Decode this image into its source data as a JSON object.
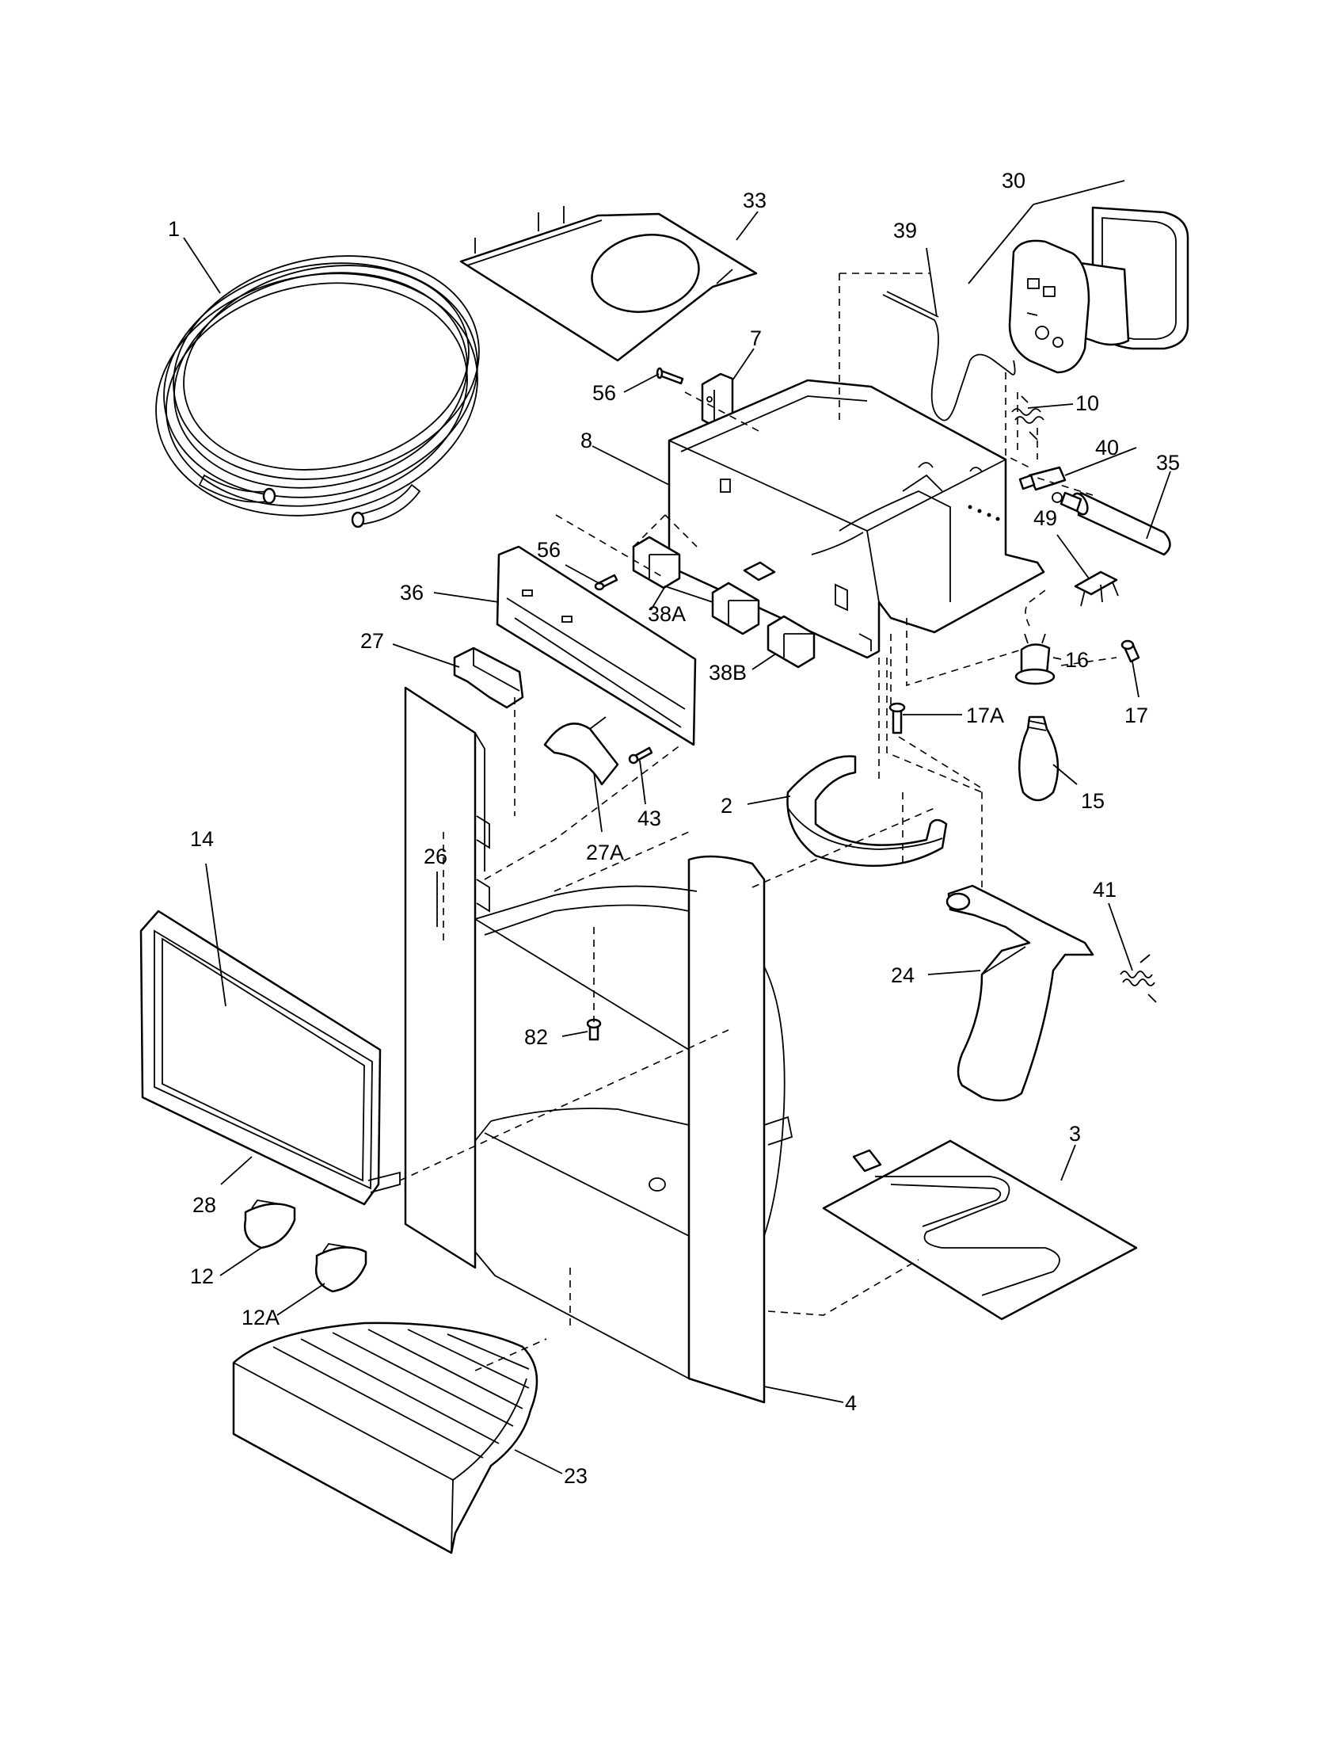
{
  "diagram": {
    "callouts": [
      {
        "id": "c1",
        "label": "1"
      },
      {
        "id": "c2",
        "label": "2"
      },
      {
        "id": "c3",
        "label": "3"
      },
      {
        "id": "c4",
        "label": "4"
      },
      {
        "id": "c7",
        "label": "7"
      },
      {
        "id": "c8",
        "label": "8"
      },
      {
        "id": "c10",
        "label": "10"
      },
      {
        "id": "c12",
        "label": "12"
      },
      {
        "id": "c12a",
        "label": "12A"
      },
      {
        "id": "c14",
        "label": "14"
      },
      {
        "id": "c15",
        "label": "15"
      },
      {
        "id": "c16",
        "label": "16"
      },
      {
        "id": "c17",
        "label": "17"
      },
      {
        "id": "c17a",
        "label": "17A"
      },
      {
        "id": "c23",
        "label": "23"
      },
      {
        "id": "c24",
        "label": "24"
      },
      {
        "id": "c26",
        "label": "26"
      },
      {
        "id": "c27",
        "label": "27"
      },
      {
        "id": "c27a",
        "label": "27A"
      },
      {
        "id": "c28",
        "label": "28"
      },
      {
        "id": "c30",
        "label": "30"
      },
      {
        "id": "c33",
        "label": "33"
      },
      {
        "id": "c35",
        "label": "35"
      },
      {
        "id": "c36",
        "label": "36"
      },
      {
        "id": "c38a",
        "label": "38A"
      },
      {
        "id": "c38b",
        "label": "38B"
      },
      {
        "id": "c39",
        "label": "39"
      },
      {
        "id": "c40",
        "label": "40"
      },
      {
        "id": "c41",
        "label": "41"
      },
      {
        "id": "c43",
        "label": "43"
      },
      {
        "id": "c49",
        "label": "49"
      },
      {
        "id": "c56a",
        "label": "56"
      },
      {
        "id": "c56b",
        "label": "56"
      },
      {
        "id": "c82",
        "label": "82"
      }
    ]
  }
}
